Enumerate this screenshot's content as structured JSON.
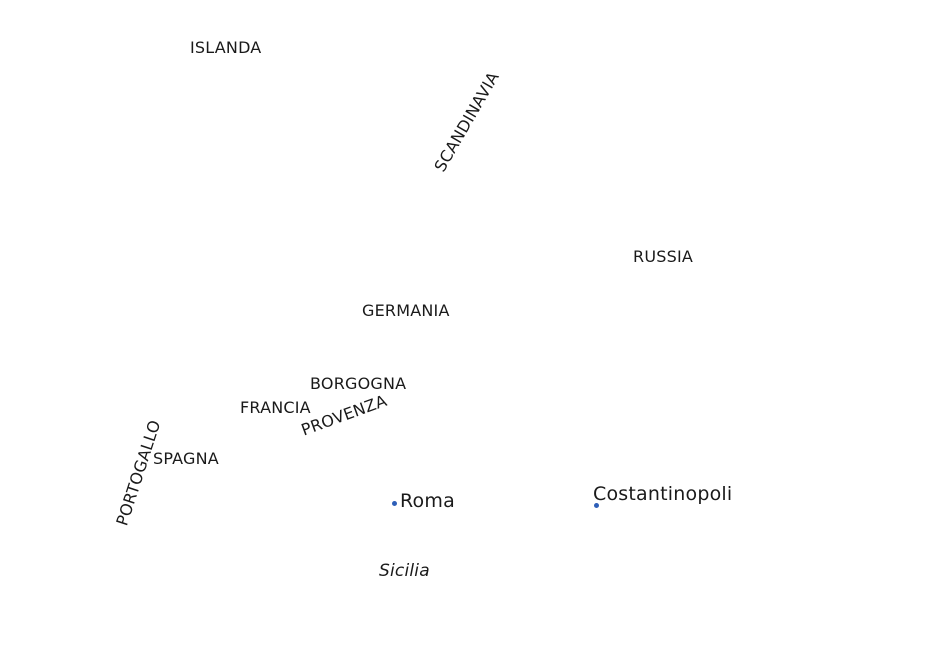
{
  "map": {
    "dot_color": "#2e5fb8",
    "text_color": "#1a1a1a",
    "regions": {
      "islanda": "ISLANDA",
      "scandinavia": "SCANDINAVIA",
      "russia": "RUSSIA",
      "germania": "GERMANIA",
      "borgogna": "BORGOGNA",
      "francia": "FRANCIA",
      "provenza": "PROVENZA",
      "spagna": "SPAGNA",
      "portogallo": "PORTOGALLO"
    },
    "cities": {
      "roma": "Roma",
      "costantinopoli": "Costantinopoli"
    },
    "islands": {
      "sicilia": "Sicilia"
    }
  }
}
